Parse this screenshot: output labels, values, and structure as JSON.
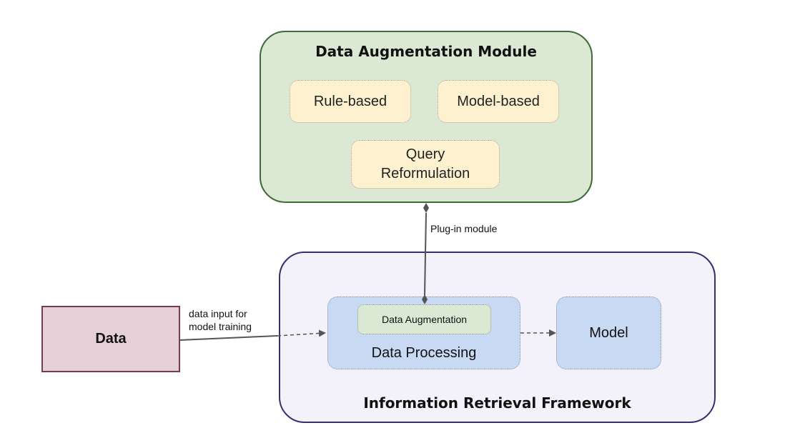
{
  "augmentation_module": {
    "title": "Data Augmentation Module",
    "methods": [
      "Rule-based",
      "Model-based"
    ],
    "query_reformulation": [
      "Query",
      "Reformulation"
    ]
  },
  "plugin_label": "Plug-in module",
  "framework": {
    "title": "Information Retrieval Framework",
    "processing_label": "Data Processing",
    "augmentation_label": "Data Augmentation",
    "model_label": "Model"
  },
  "data_source": {
    "label": "Data",
    "edge_label": [
      "data input for",
      "model training"
    ]
  },
  "colors": {
    "module_fill": "#dbe9d4",
    "module_border": "#3f6b35",
    "pill_fill": "#fdf1d0",
    "framework_fill": "#f3f2fb",
    "framework_border": "#3b2d70",
    "component_fill": "#c8d9f4",
    "data_fill": "#e5d0d8",
    "data_border": "#7a3a52"
  }
}
